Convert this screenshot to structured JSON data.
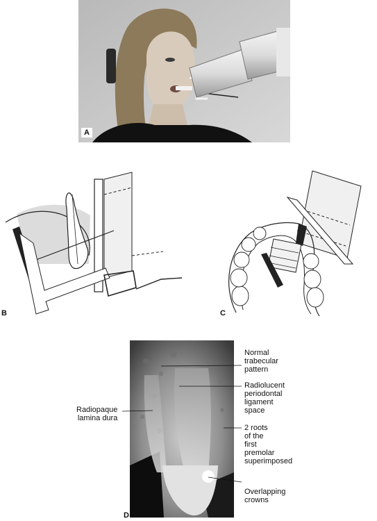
{
  "panels": {
    "a": {
      "letter": "A"
    },
    "b": {
      "letter": "B"
    },
    "c": {
      "letter": "C"
    },
    "d": {
      "letter": "D"
    }
  },
  "annotations": {
    "trabecular": "Normal\ntrabecular\npattern",
    "pdl": "Radiolucent\nperiodontal\nligament\nspace",
    "lamina": "Radiopaque\nlamina dura",
    "roots": "2 roots\nof the\nfirst\npremolar\nsuperimposed",
    "crowns": "Overlapping\ncrowns"
  }
}
